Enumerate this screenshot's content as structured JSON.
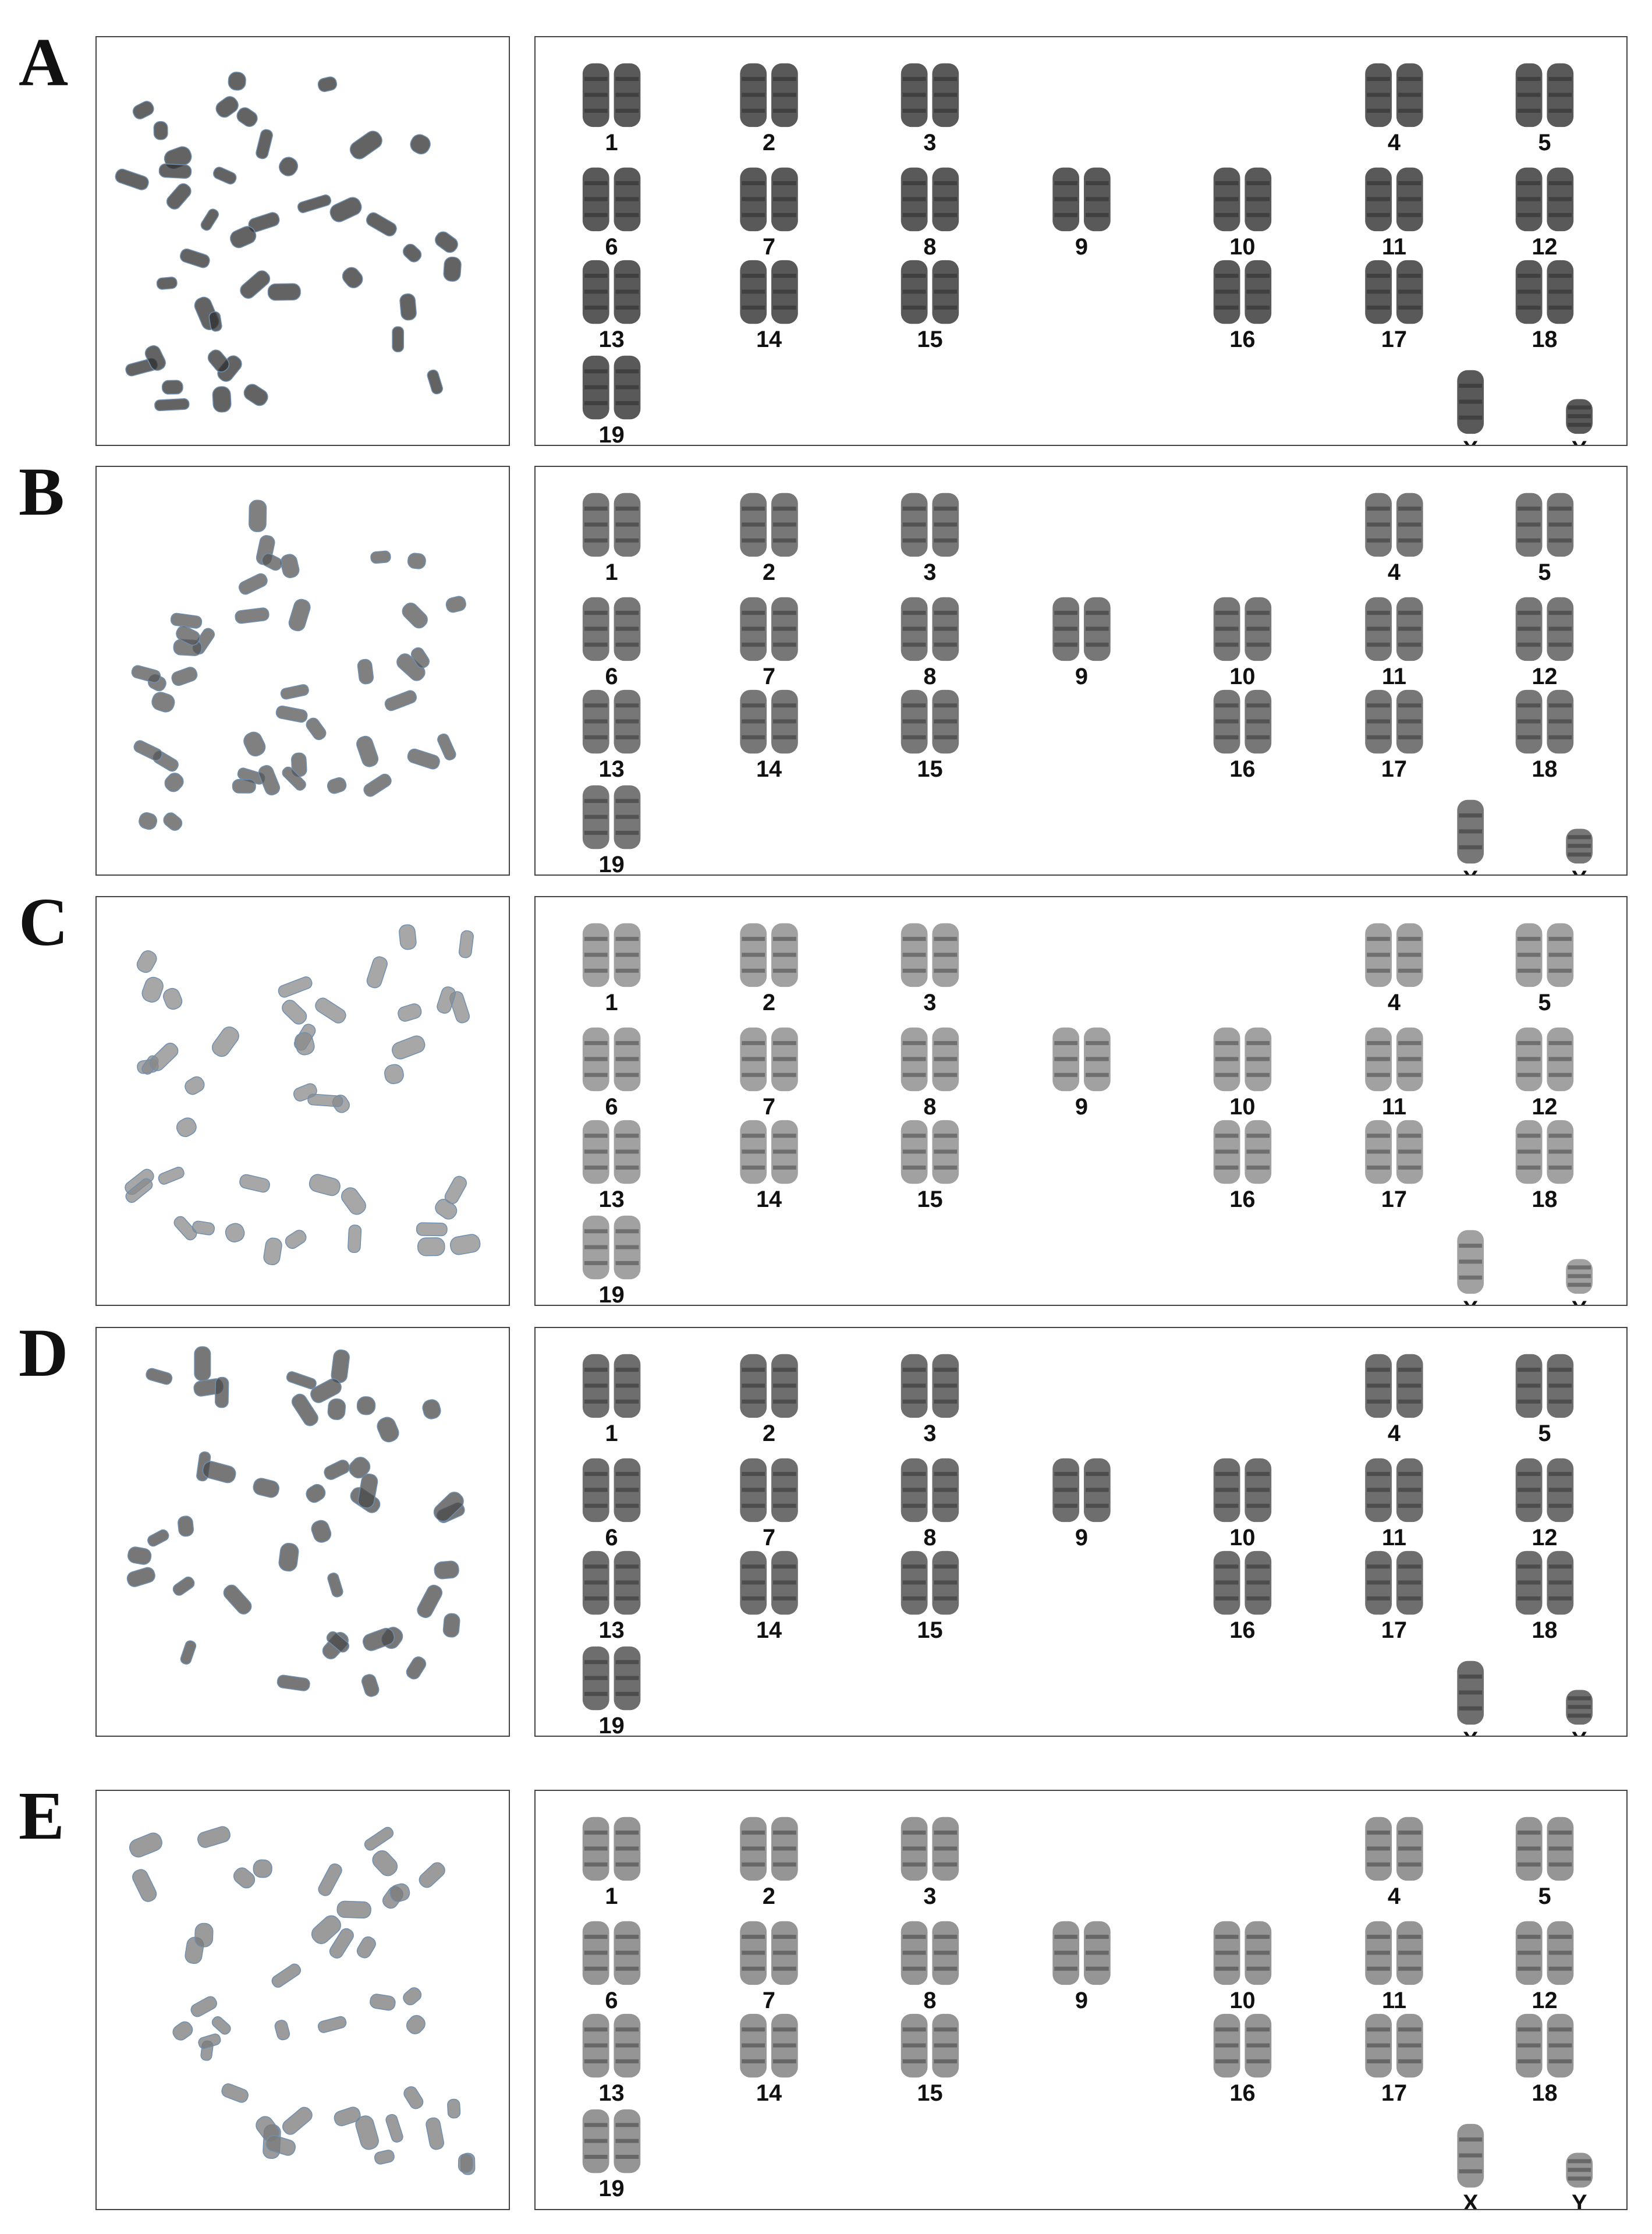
{
  "panels": [
    {
      "letter": "A",
      "labels": [
        "1",
        "2",
        "3",
        "4",
        "5",
        "6",
        "7",
        "8",
        "9",
        "10",
        "11",
        "12",
        "13",
        "14",
        "15",
        "16",
        "17",
        "18",
        "19",
        "X",
        "Y"
      ],
      "shade": "#2f2f2f"
    },
    {
      "letter": "B",
      "labels": [
        "1",
        "2",
        "3",
        "4",
        "5",
        "6",
        "7",
        "8",
        "9",
        "10",
        "11",
        "12",
        "13",
        "14",
        "15",
        "16",
        "17",
        "18",
        "19",
        "X",
        "Y"
      ],
      "shade": "#555555"
    },
    {
      "letter": "C",
      "labels": [
        "1",
        "2",
        "3",
        "4",
        "5",
        "6",
        "7",
        "8",
        "9",
        "10",
        "11",
        "12",
        "13",
        "14",
        "15",
        "16",
        "17",
        "18",
        "19",
        "X",
        "Y"
      ],
      "shade": "#8a8a8a"
    },
    {
      "letter": "D",
      "labels": [
        "1",
        "2",
        "3",
        "4",
        "5",
        "6",
        "7",
        "8",
        "9",
        "10",
        "11",
        "12",
        "13",
        "14",
        "15",
        "16",
        "17",
        "18",
        "19",
        "X",
        "Y"
      ],
      "shade": "#4a4a4a"
    },
    {
      "letter": "E",
      "labels": [
        "1",
        "2",
        "3",
        "4",
        "5",
        "6",
        "7",
        "8",
        "9",
        "10",
        "11",
        "12",
        "13",
        "14",
        "15",
        "16",
        "17",
        "18",
        "19",
        "X",
        "Y"
      ],
      "shade": "#7a7a7a"
    }
  ]
}
